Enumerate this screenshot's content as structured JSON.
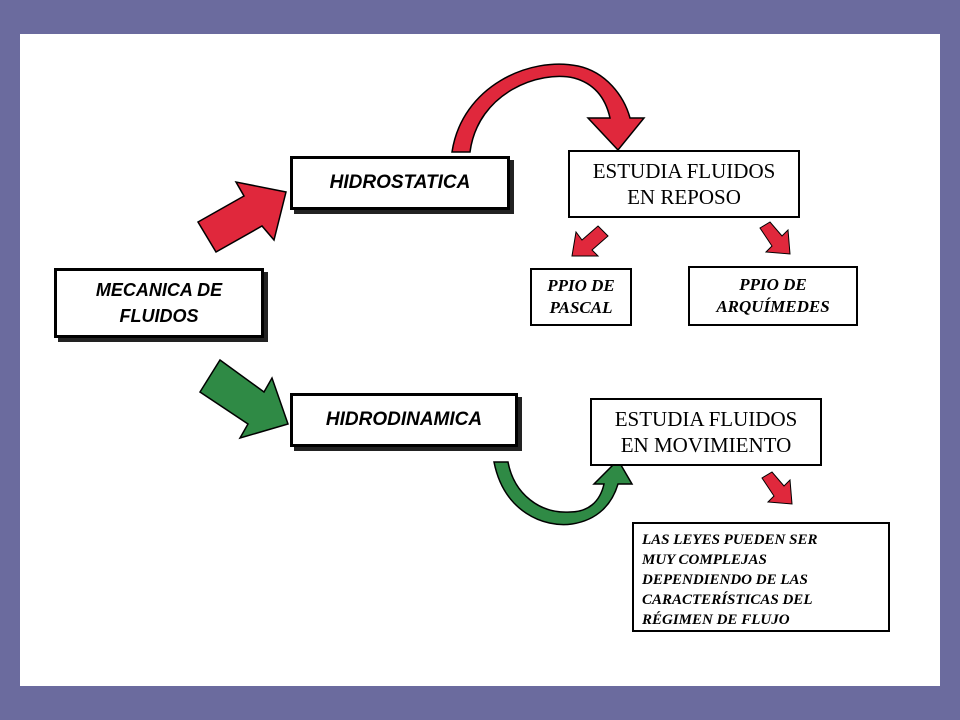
{
  "nodes": {
    "mecanica": "MECANICA DE FLUIDOS",
    "hidrostatica": "HIDROSTATICA",
    "hidrodinamica": "HIDRODINAMICA",
    "reposo": "ESTUDIA FLUIDOS EN REPOSO",
    "movimiento": "ESTUDIA FLUIDOS EN MOVIMIENTO",
    "pascal": "PPIO DE PASCAL",
    "arquimedes": "PPIO DE ARQUÍMEDES",
    "leyes_lines": [
      "LAS LEYES PUEDEN SER",
      "MUY COMPLEJAS",
      "DEPENDIENDO DE LAS",
      "CARACTERÍSTICAS DEL",
      "RÉGIMEN DE FLUJO"
    ]
  },
  "colors": {
    "background": "#6b6b9e",
    "slide": "#ffffff",
    "red_arrow": "#e0283c",
    "green_arrow": "#2f8a45",
    "outline": "#000000"
  }
}
